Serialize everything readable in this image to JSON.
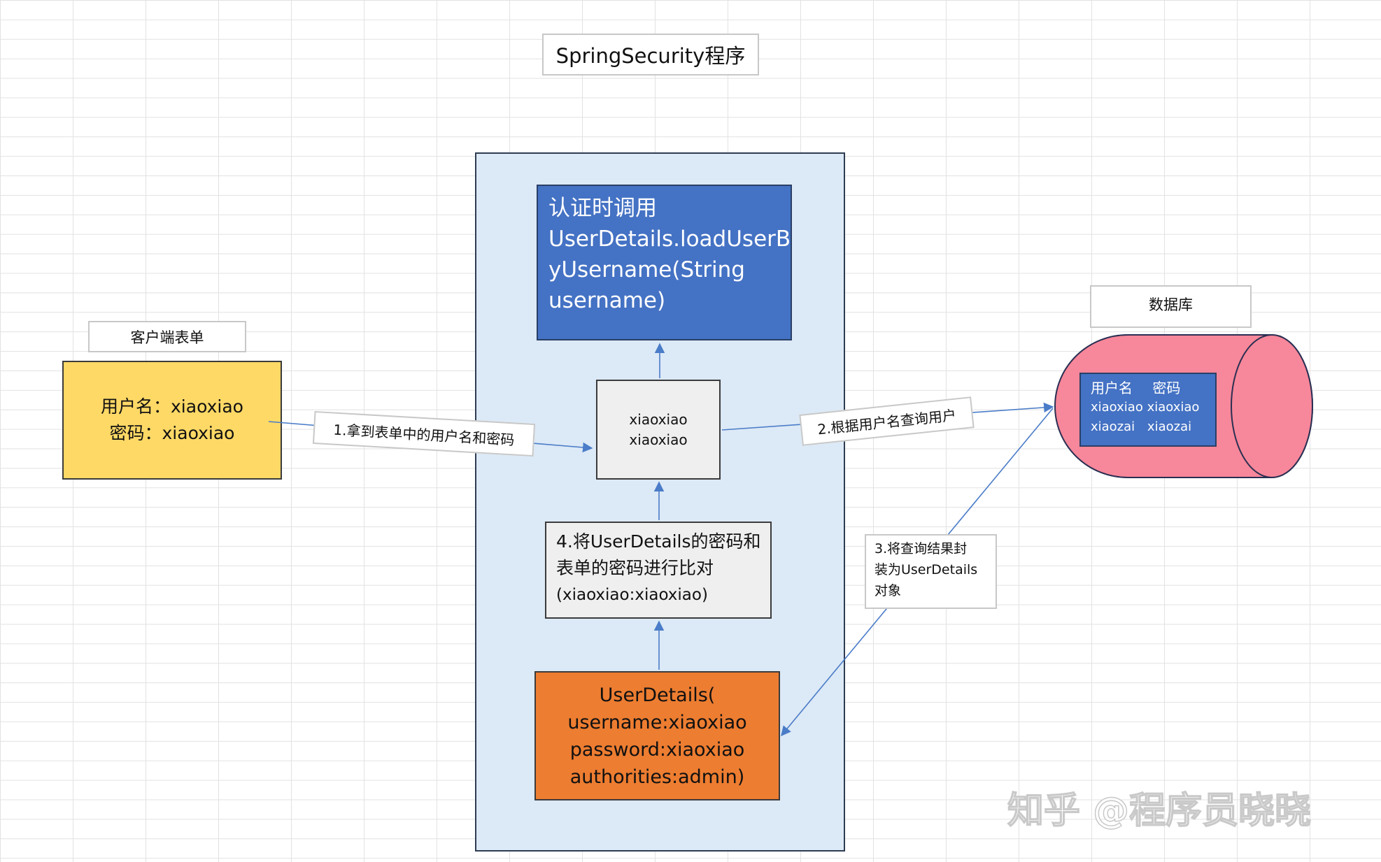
{
  "title": "SpringSecurity程序",
  "client": {
    "label": "客户端表单",
    "username_line": "用户名：xiaoxiao",
    "password_line": "密码：xiaoxiao"
  },
  "steps": {
    "step1": "1.拿到表单中的用户名和密码",
    "step2": "2.根据用户名查询用户",
    "step3": [
      "3.将查询结果封",
      "装为UserDetails",
      "对象"
    ]
  },
  "auth_box": {
    "lines": [
      "认证时调用",
      "UserDetails.loadUserB",
      "yUsername(String",
      "username)"
    ]
  },
  "credentials_box": {
    "lines": [
      "xiaoxiao",
      "xiaoxiao"
    ]
  },
  "compare_box": {
    "lines": [
      "4.将UserDetails的密码和",
      "表单的密码进行比对",
      "(xiaoxiao:xiaoxiao)"
    ]
  },
  "userdetails_box": {
    "lines": [
      "UserDetails(",
      "username:xiaoxiao",
      "password:xiaoxiao",
      "authorities:admin)"
    ]
  },
  "database": {
    "label": "数据库",
    "header_user": "用户名",
    "header_pass": "密码",
    "rows": [
      {
        "user": "xiaoxiao",
        "pass": "xiaoxiao"
      },
      {
        "user": "xiaozai",
        "pass": "xiaozai"
      }
    ]
  },
  "watermark": "知乎 @程序员晓晓",
  "colors": {
    "container": "#dce9f6",
    "auth_box": "#4472c4",
    "client_box": "#ffd966",
    "userdetails_box": "#ed7d31",
    "database": "#f7879a",
    "db_table": "#4472c4",
    "arrow": "#4a7cc8"
  }
}
